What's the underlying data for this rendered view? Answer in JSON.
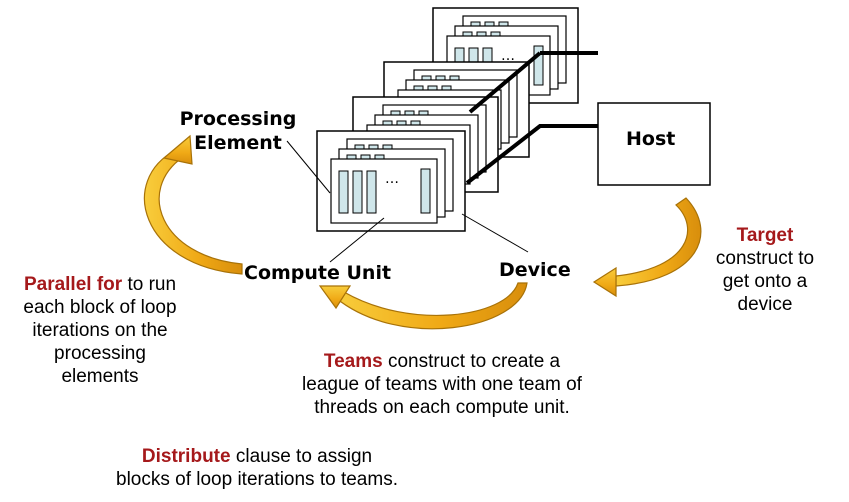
{
  "labels": {
    "processing_element_line1": "Processing",
    "processing_element_line2": "Element",
    "host": "Host",
    "compute_unit": "Compute Unit",
    "device": "Device",
    "ellipsis": "…"
  },
  "annotations": {
    "target": {
      "keyword": "Target",
      "lines": [
        "construct to",
        "get onto a",
        "device"
      ]
    },
    "parallel_for": {
      "keyword": "Parallel for",
      "first_line_rest": " to run",
      "lines": [
        "each block of loop",
        "iterations on the",
        "processing",
        "elements"
      ]
    },
    "teams": {
      "keyword": "Teams",
      "first_line_rest": " construct to create a",
      "lines": [
        "league of teams with one team of",
        "threads on each compute unit."
      ]
    },
    "distribute": {
      "keyword": "Distribute",
      "first_line_rest": " clause to assign",
      "lines": [
        "blocks of loop iterations to teams."
      ]
    }
  },
  "colors": {
    "keyword": "#a5191b",
    "arrow_fill": "#f3b21b",
    "arrow_dark": "#a87208",
    "pe_fill": "#cfe6ea"
  }
}
